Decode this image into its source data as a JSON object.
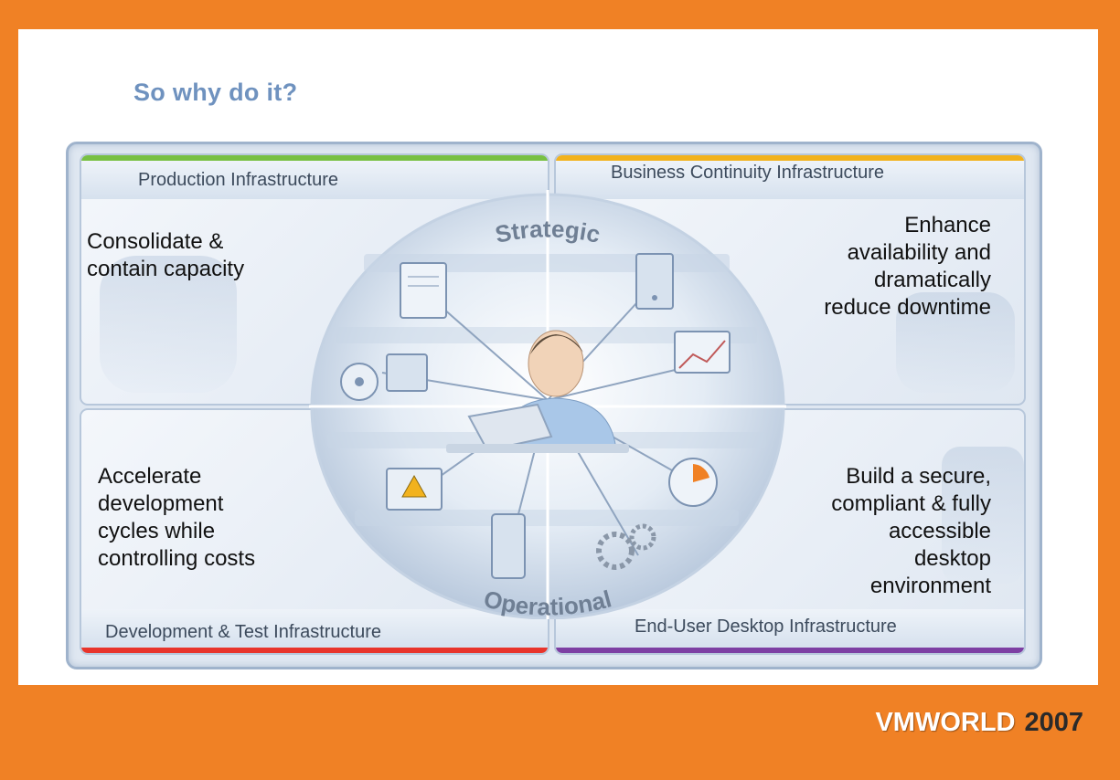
{
  "title": "So why do it?",
  "quadrants": {
    "top_left": {
      "label": "Production Infrastructure",
      "text_lines": [
        "Consolidate &",
        "contain capacity"
      ],
      "color": "#78c043"
    },
    "top_right": {
      "label": "Business Continuity Infrastructure",
      "text_lines": [
        "Enhance",
        "availability and",
        "dramatically",
        "reduce downtime"
      ],
      "color": "#f2b21d"
    },
    "bottom_left": {
      "label": "Development & Test Infrastructure",
      "text_lines": [
        "Accelerate",
        "development",
        "cycles while",
        "controlling costs"
      ],
      "color": "#e8342b"
    },
    "bottom_right": {
      "label": "End-User Desktop Infrastructure",
      "text_lines": [
        "Build a secure,",
        "compliant & fully",
        "accessible",
        "desktop",
        "environment"
      ],
      "color": "#7d3fa3"
    }
  },
  "circle": {
    "top_label": "Strategic",
    "bottom_label": "Operational"
  },
  "logo": {
    "word": "VMWORLD",
    "year": "2007"
  },
  "colors": {
    "background": "#f08125",
    "title": "#6f92bf"
  }
}
